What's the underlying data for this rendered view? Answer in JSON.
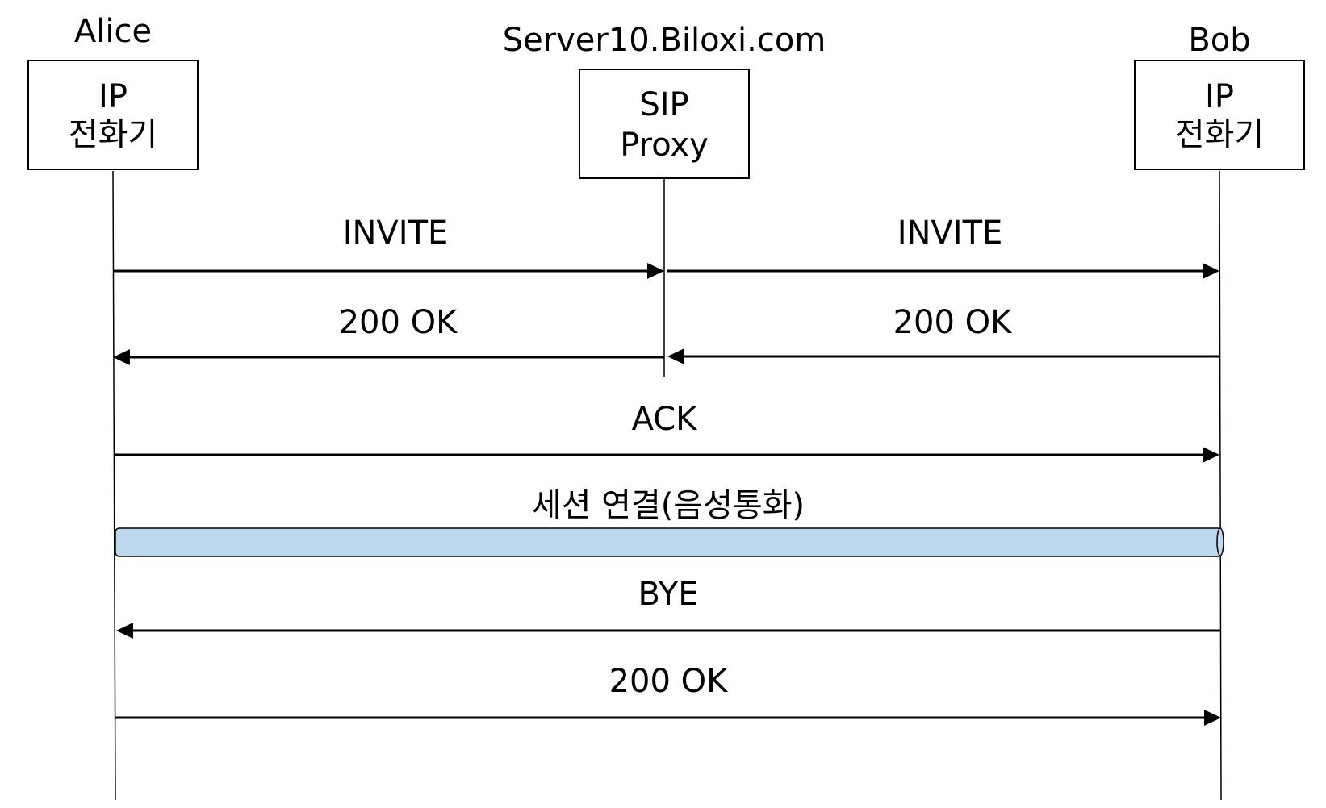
{
  "participants": {
    "alice": {
      "name": "Alice",
      "box_line1": "IP",
      "box_line2": "전화기"
    },
    "server": {
      "name": "Server10.Biloxi.com",
      "box_line1": "SIP",
      "box_line2": "Proxy"
    },
    "bob": {
      "name": "Bob",
      "box_line1": "IP",
      "box_line2": "전화기"
    }
  },
  "messages": {
    "invite_1": "INVITE",
    "invite_2": "INVITE",
    "ok_1": "200 OK",
    "ok_2": "200 OK",
    "ack": "ACK",
    "session": "세션 연결(음성통화)",
    "bye": "BYE",
    "ok_3": "200 OK"
  },
  "colors": {
    "session_fill": "#bdd7ee",
    "line": "#000000"
  }
}
